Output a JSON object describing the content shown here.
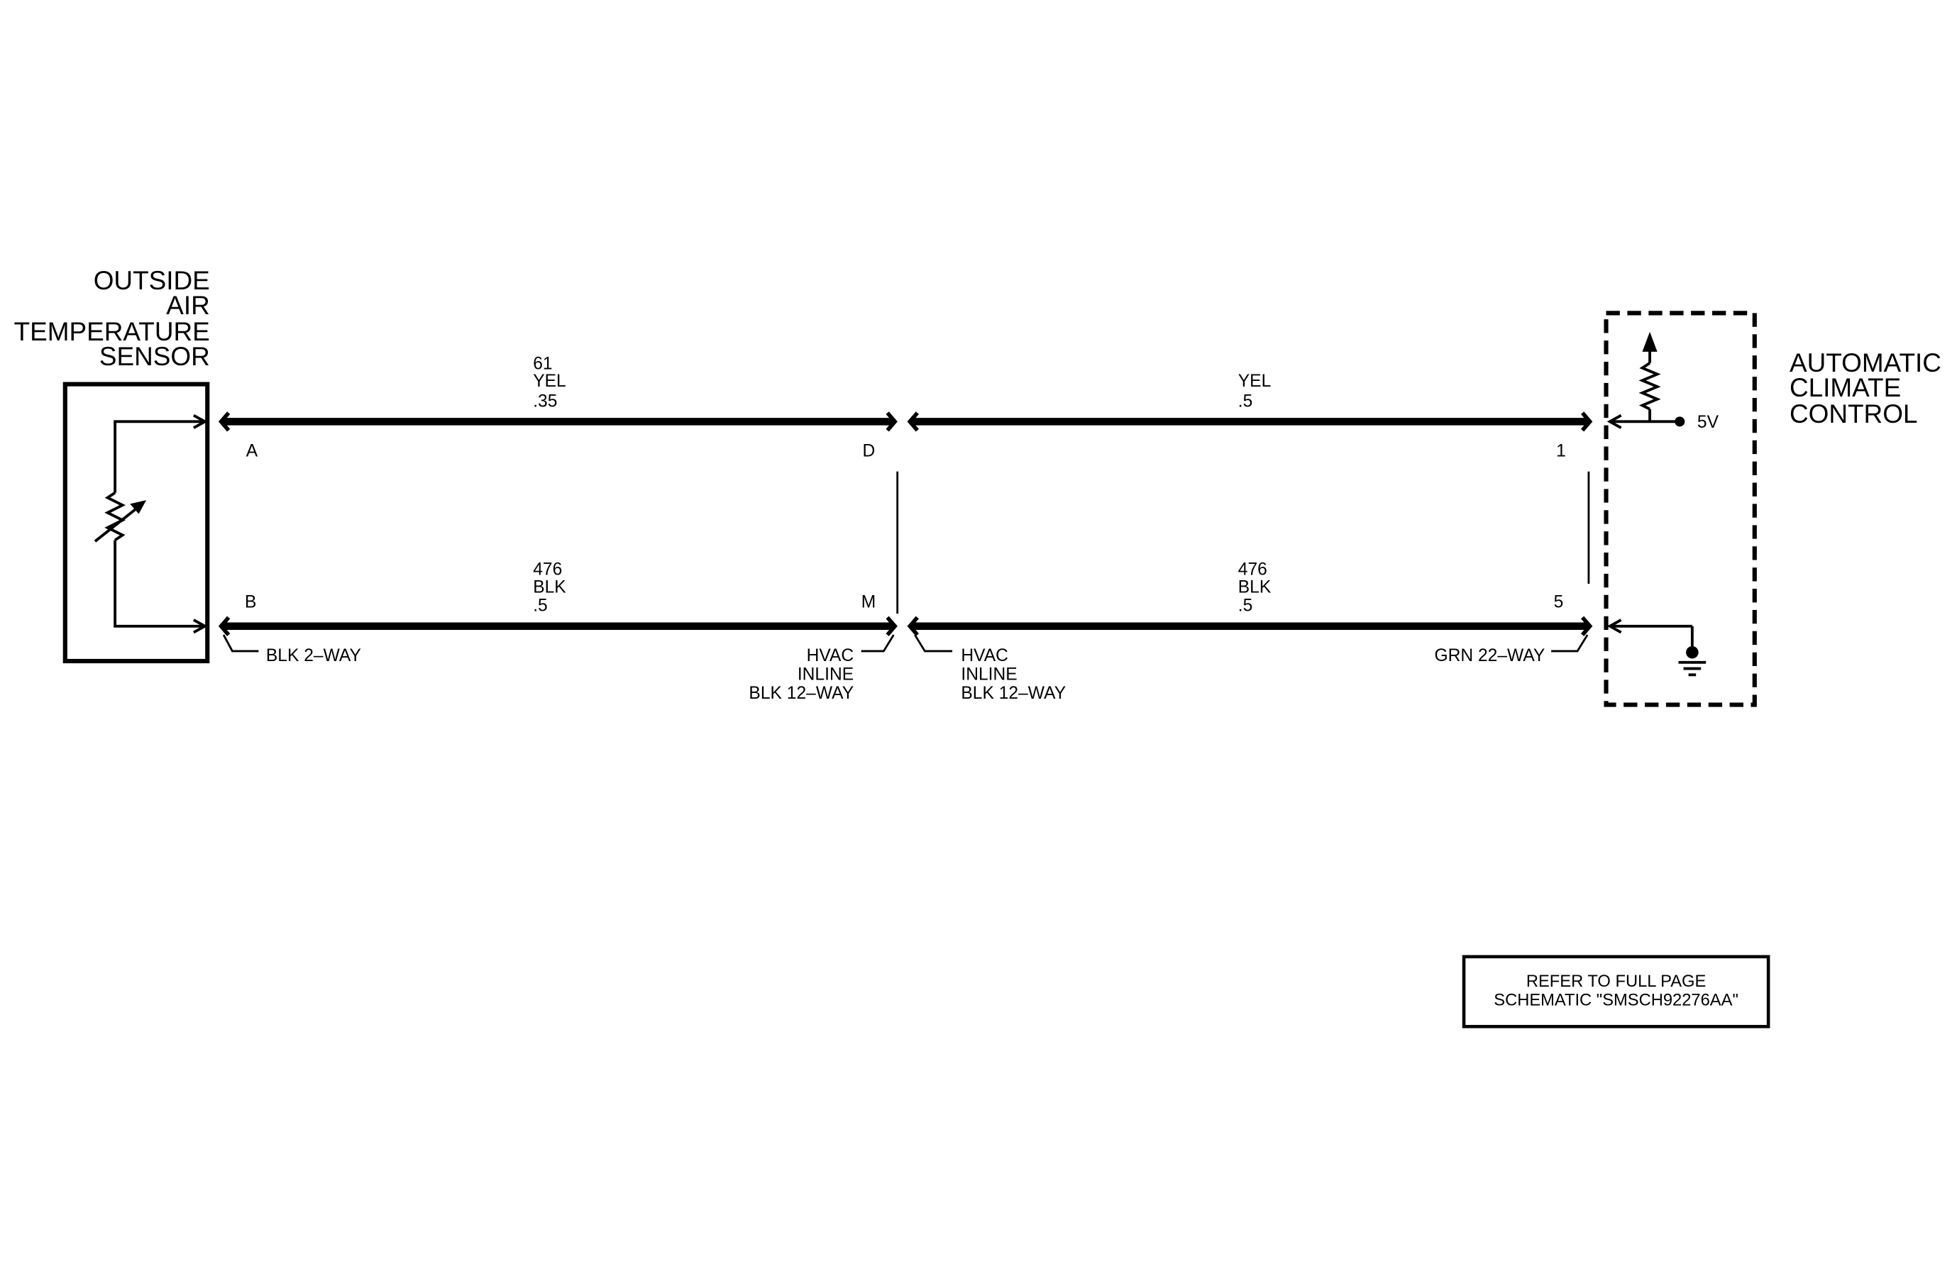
{
  "colors": {
    "ink": "#000000",
    "background": "#ffffff"
  },
  "sensor": {
    "name_lines": [
      "OUTSIDE",
      "AIR",
      "TEMPERATURE",
      "SENSOR"
    ],
    "pin_top": "A",
    "pin_bottom": "B",
    "connector": "BLK 2–WAY",
    "element_icon": "variable-resistor-icon"
  },
  "inline_connector": {
    "pin_top": "D",
    "pin_bottom": "M",
    "sensor_side_label": [
      "HVAC",
      "INLINE",
      "BLK 12–WAY"
    ],
    "module_side_label": [
      "HVAC",
      "INLINE",
      "BLK 12–WAY"
    ]
  },
  "module": {
    "name_lines": [
      "AUTOMATIC",
      "CLIMATE",
      "CONTROL"
    ],
    "pin_top": "1",
    "pin_bottom": "5",
    "connector": "GRN 22–WAY",
    "reference_voltage": "5V",
    "pullup_icon": "pullup-resistor-icon",
    "ground_icon": "ground-icon"
  },
  "wires": {
    "signal_sensor_side": {
      "circuit": "61",
      "color": "YEL",
      "gauge": ".35"
    },
    "signal_module_side": {
      "color": "YEL",
      "gauge": ".5"
    },
    "ground_sensor_side": {
      "circuit": "476",
      "color": "BLK",
      "gauge": ".5"
    },
    "ground_module_side": {
      "circuit": "476",
      "color": "BLK",
      "gauge": ".5"
    }
  },
  "note": {
    "lines": [
      "REFER TO FULL PAGE",
      "SCHEMATIC \"SMSCH92276AA\""
    ]
  }
}
